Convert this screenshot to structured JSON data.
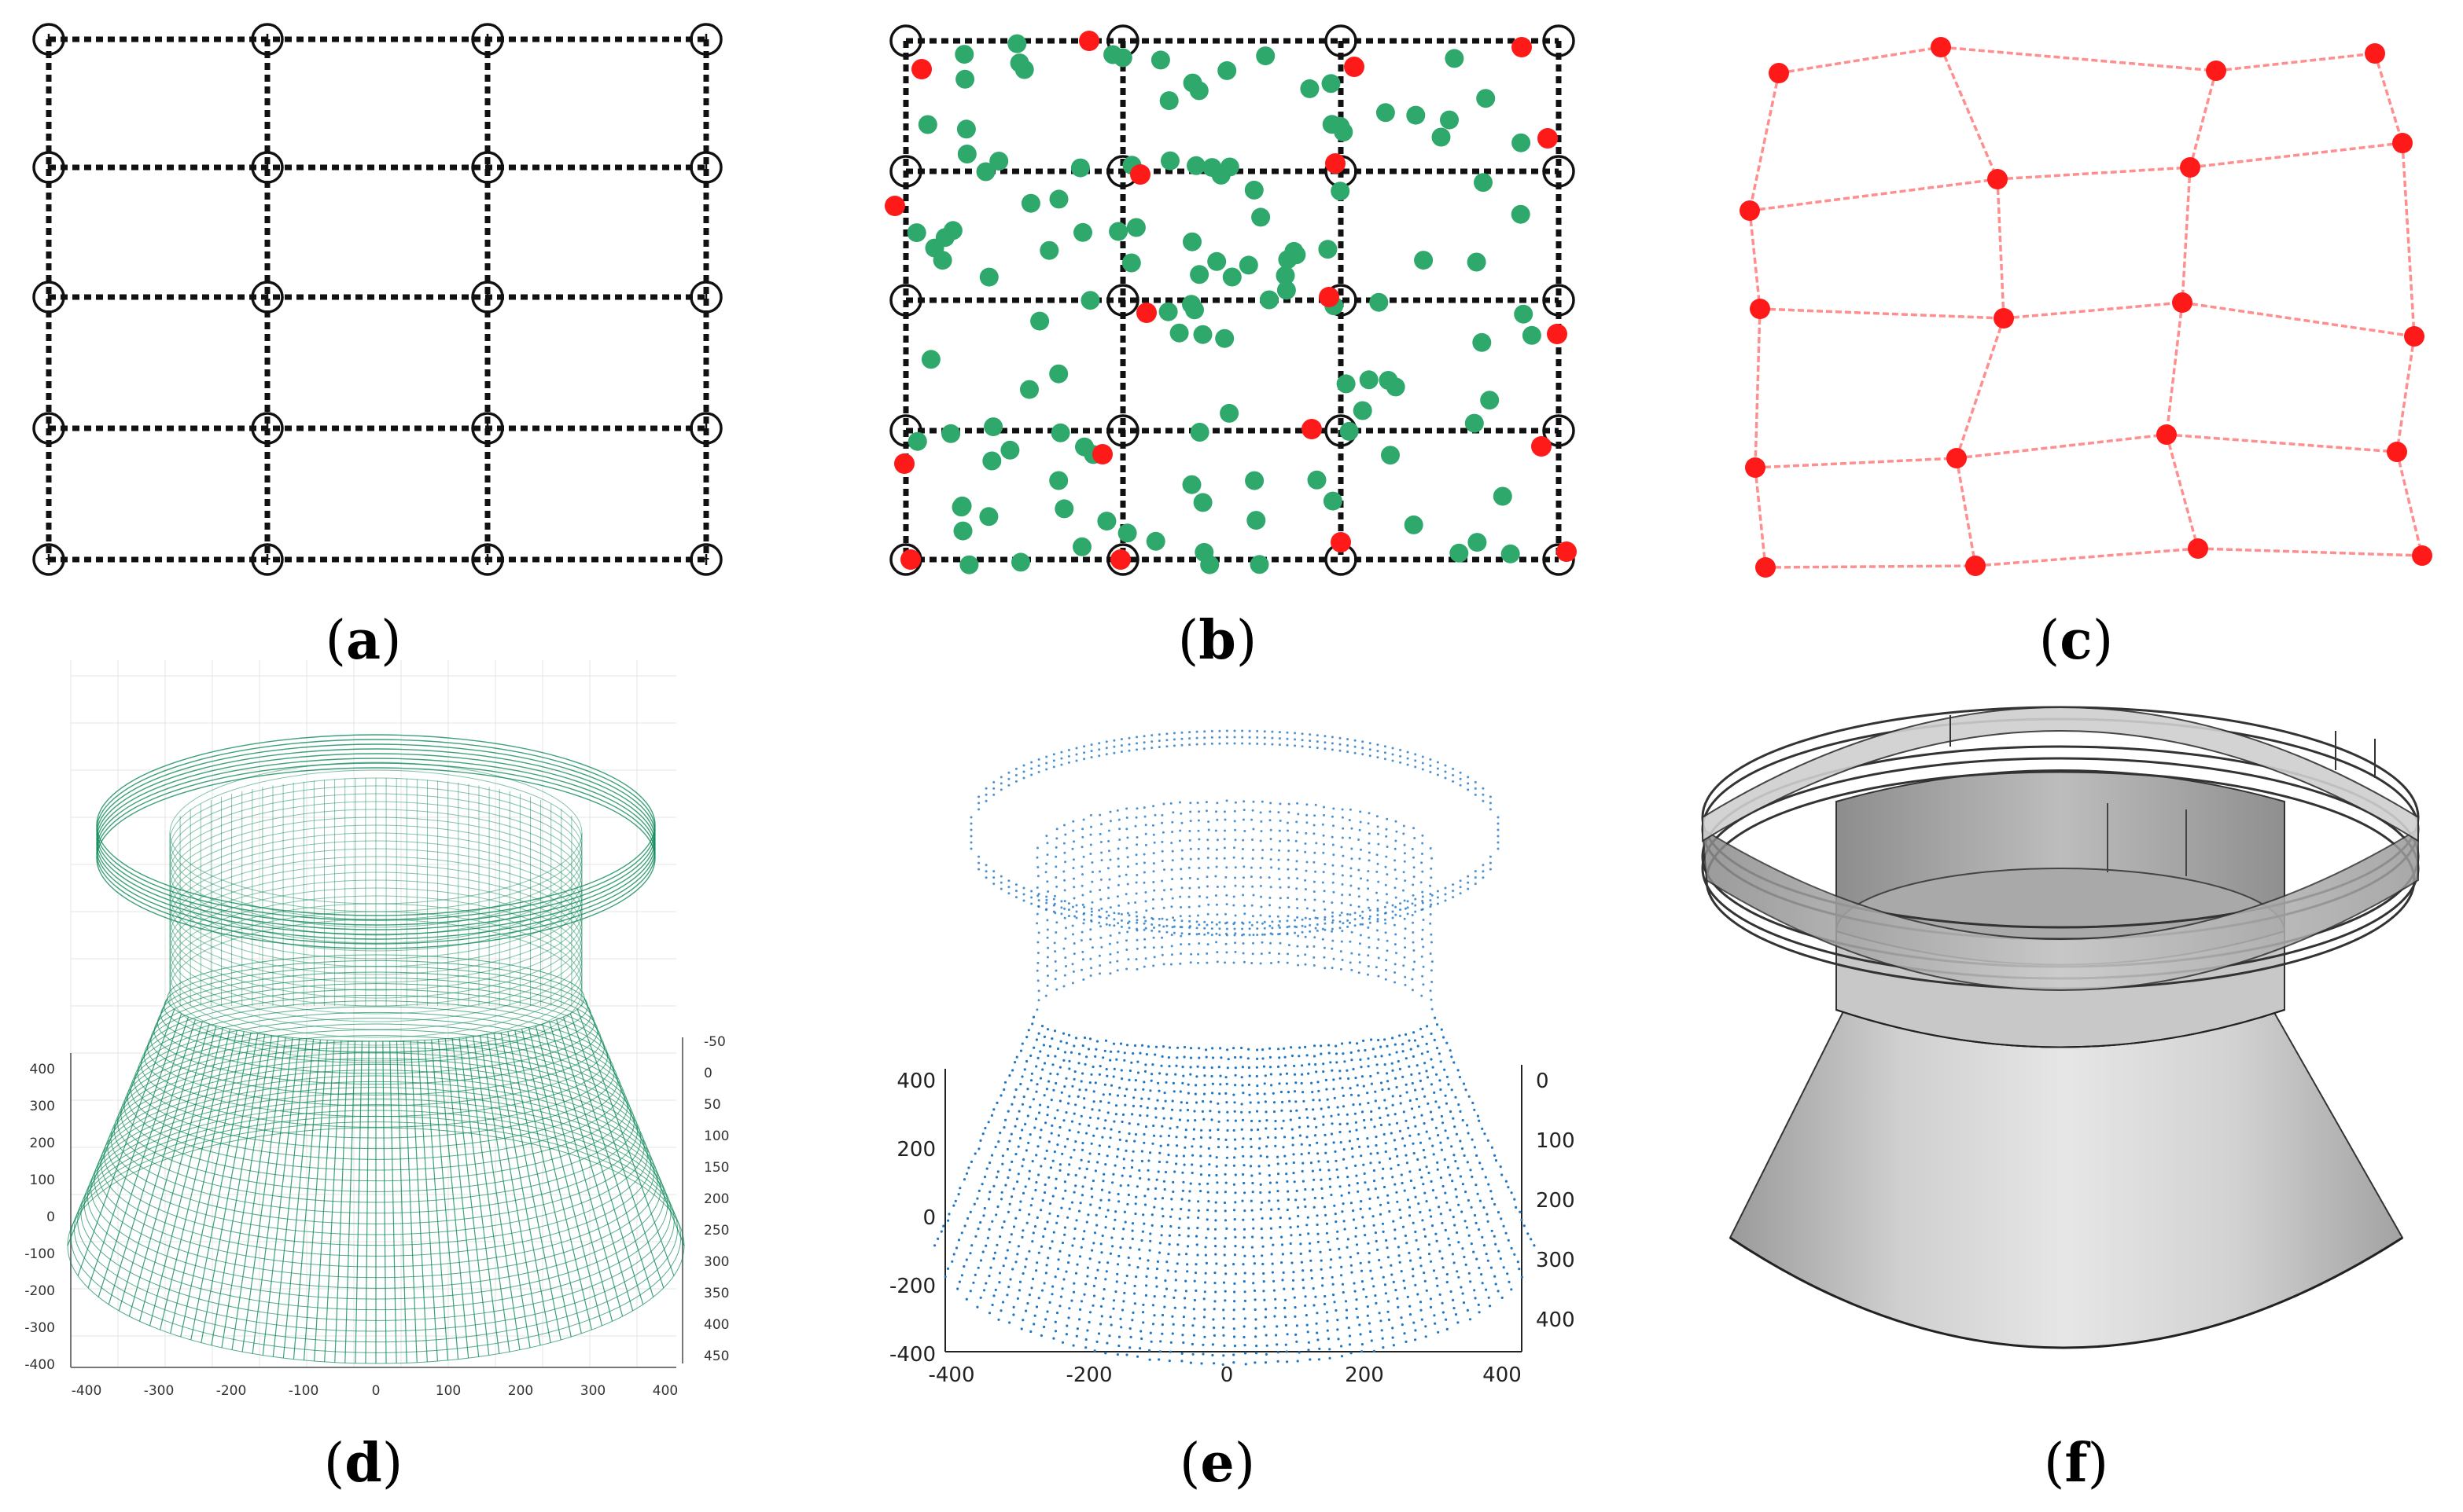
{
  "captions": {
    "a": {
      "open": "(",
      "letter": "a",
      "close": ")"
    },
    "b": {
      "open": "(",
      "letter": "b",
      "close": ")"
    },
    "c": {
      "open": "(",
      "letter": "c",
      "close": ")"
    },
    "d": {
      "open": "(",
      "letter": "d",
      "close": ")"
    },
    "e": {
      "open": "(",
      "letter": "e",
      "close": ")"
    },
    "f": {
      "open": "(",
      "letter": "f",
      "close": ")"
    }
  },
  "panel_d": {
    "left_ticks": [
      "400",
      "300",
      "200",
      "100",
      "0",
      "-100",
      "-200",
      "-300",
      "-400"
    ],
    "right_ticks": [
      "-50",
      "0",
      "50",
      "100",
      "150",
      "200",
      "250",
      "300",
      "350",
      "400",
      "450"
    ],
    "bottom_ticks": [
      "-400",
      "-300",
      "-200",
      "-100",
      "0",
      "100",
      "200",
      "300",
      "400"
    ]
  },
  "panel_e": {
    "left_ticks": [
      "400",
      "200",
      "0",
      "-200",
      "-400"
    ],
    "right_ticks": [
      "0",
      "100",
      "200",
      "300",
      "400"
    ],
    "bottom_ticks": [
      "-400",
      "-200",
      "0",
      "200",
      "400"
    ]
  },
  "colors": {
    "grid_black": "#111111",
    "node_red": "#ff1a1a",
    "sample_green": "#2ea86b",
    "mesh_green": "#0f8a5a",
    "points_blue": "#1f77c4",
    "surface_gray": "#b8b8b8"
  }
}
